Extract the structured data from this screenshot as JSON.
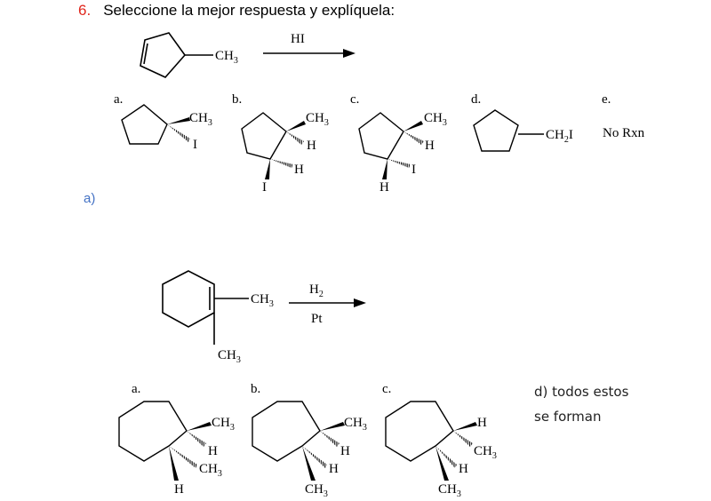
{
  "question": {
    "number": "6.",
    "text": "Seleccione la mejor respuesta y explíquela:"
  },
  "reaction1": {
    "substituent": "CH3",
    "reagent": "HI",
    "options": {
      "a": {
        "letter": "a.",
        "ch3": "CH3",
        "x": "I"
      },
      "b": {
        "letter": "b.",
        "ch3": "CH3",
        "h1": "H",
        "h2": "H",
        "x": "I"
      },
      "c": {
        "letter": "c.",
        "ch3": "CH3",
        "h1": "H",
        "x": "I",
        "h2": "H"
      },
      "d": {
        "letter": "d.",
        "group": "CH2I"
      },
      "e": {
        "letter": "e.",
        "text": "No Rxn"
      }
    },
    "answer": "a)"
  },
  "reaction2": {
    "substituent1": "CH3",
    "substituent2": "CH3",
    "reagent_top": "H2",
    "reagent_bottom": "Pt",
    "options": {
      "a": {
        "letter": "a.",
        "ch3a": "CH3",
        "h1": "H",
        "ch3b": "CH3",
        "h2": "H"
      },
      "b": {
        "letter": "b.",
        "ch3a": "CH3",
        "h1": "H",
        "h2": "H",
        "ch3b": "CH3"
      },
      "c": {
        "letter": "c.",
        "h1": "H",
        "ch3a": "CH3",
        "h2": "H",
        "ch3b": "CH3"
      }
    },
    "option_d_line1": "d) todos estos",
    "option_d_line2": "se forman"
  }
}
